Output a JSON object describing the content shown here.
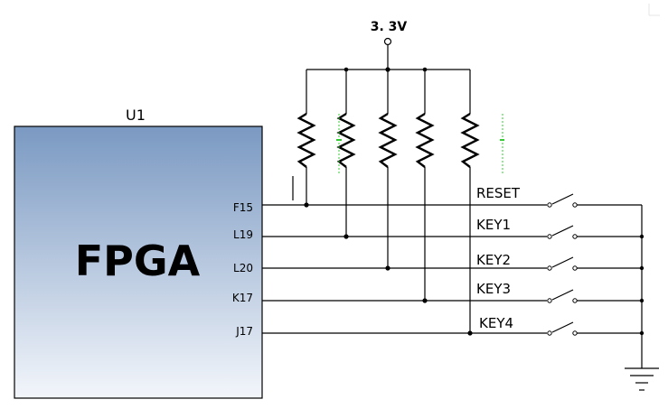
{
  "supply": {
    "label": "3. 3V"
  },
  "chip": {
    "refdes": "U1",
    "name": "FPGA",
    "pins": [
      "F15",
      "L19",
      "L20",
      "K17",
      "J17"
    ]
  },
  "signals": [
    "RESET",
    "KEY1",
    "KEY2",
    "KEY3",
    "KEY4"
  ],
  "colors": {
    "chip_fill_top": "#7a99c2",
    "chip_fill_bottom": "#f3f6fb",
    "wire": "#000000",
    "guide": "#33cc33"
  }
}
